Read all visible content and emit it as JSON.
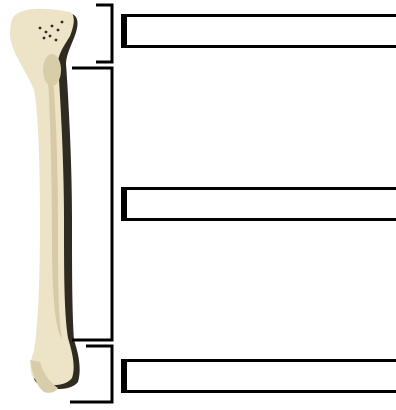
{
  "diagram": {
    "subject": "tibia-bone",
    "labels": [
      {
        "id": "proximal-end",
        "text": ""
      },
      {
        "id": "shaft",
        "text": ""
      },
      {
        "id": "distal-end",
        "text": ""
      }
    ],
    "colors": {
      "bone_fill": "#ede4c8",
      "bone_shadow": "#b9ae8c",
      "bone_dark": "#2f2a22",
      "bracket": "#000000",
      "box_border": "#000000"
    }
  }
}
